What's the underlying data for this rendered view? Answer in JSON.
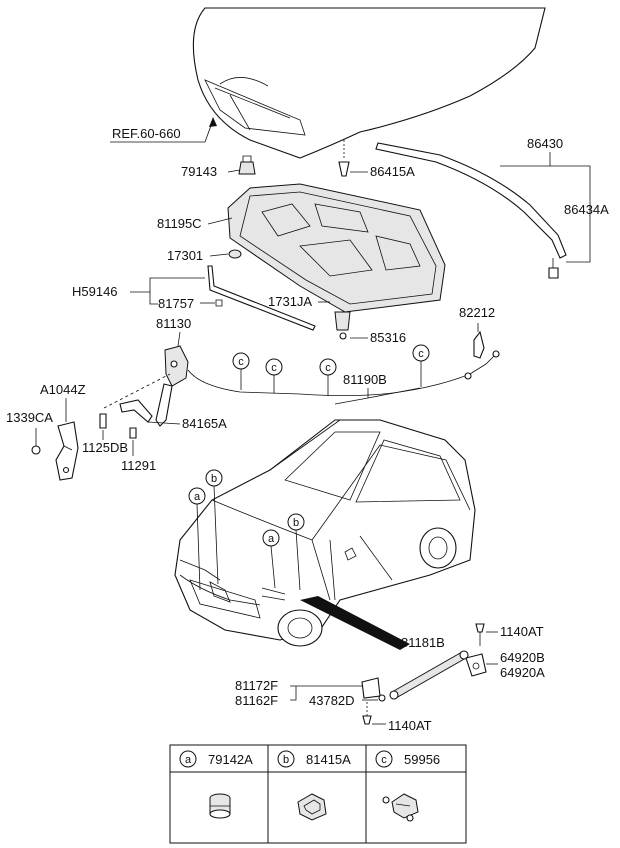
{
  "labels": {
    "ref": "REF.60-660",
    "p79143": "79143",
    "p86415A": "86415A",
    "p86430": "86430",
    "p86434A": "86434A",
    "p81195C": "81195C",
    "p17301": "17301",
    "pH59146": "H59146",
    "p81757": "81757",
    "p1731JA": "1731JA",
    "p81130": "81130",
    "p85316": "85316",
    "p82212": "82212",
    "p81190B": "81190B",
    "pA1044Z": "A1044Z",
    "p1339CA": "1339CA",
    "p84165A": "84165A",
    "p1125DB": "1125DB",
    "p11291": "11291",
    "p81181B": "81181B",
    "p1140AT_1": "1140AT",
    "p64920B": "64920B",
    "p64920A": "64920A",
    "p81172F": "81172F",
    "p81162F": "81162F",
    "p43782D": "43782D",
    "p1140AT_2": "1140AT"
  },
  "callouts": {
    "a": "a",
    "b": "b",
    "c": "c"
  },
  "legend": [
    {
      "letter": "a",
      "part": "79142A"
    },
    {
      "letter": "b",
      "part": "81415A"
    },
    {
      "letter": "c",
      "part": "59956"
    }
  ]
}
